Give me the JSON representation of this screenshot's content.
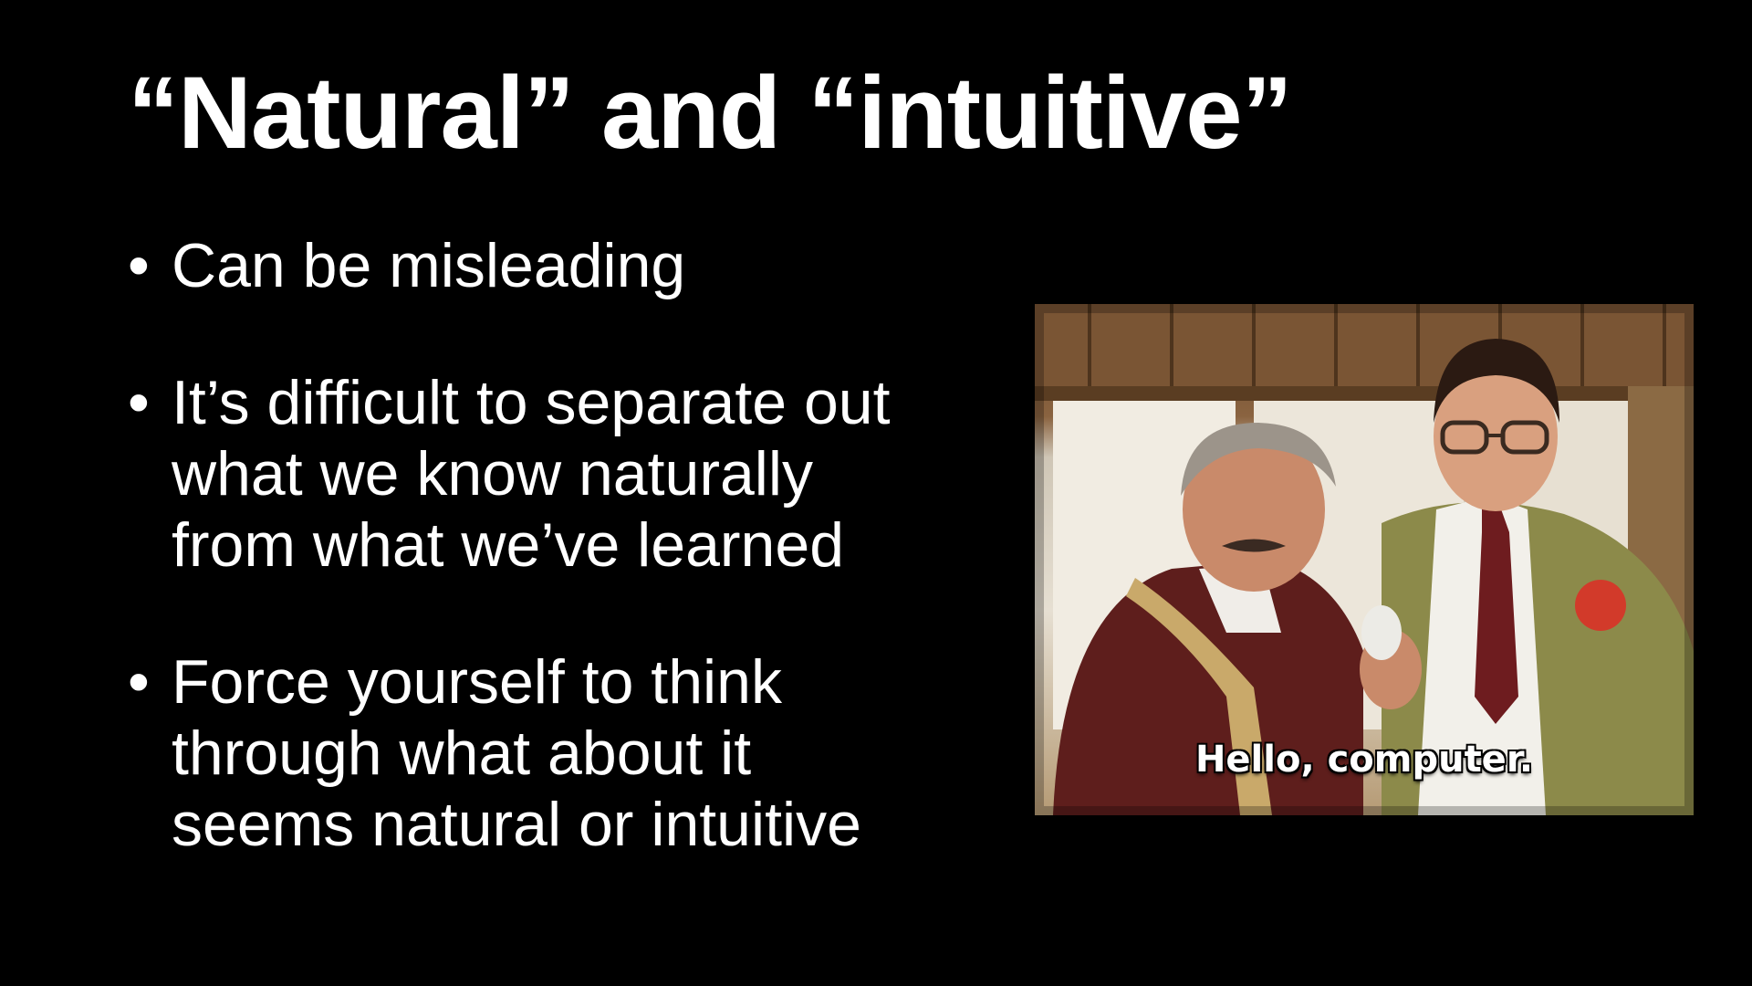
{
  "slide": {
    "title": "“Natural” and “intuitive”",
    "bullet_glyph": "•",
    "bullets": [
      {
        "lines": [
          "Can be misleading"
        ]
      },
      {
        "lines": [
          "It’s difficult to separate out",
          "what we know naturally",
          "from what we’ve learned"
        ]
      },
      {
        "lines": [
          "Force yourself to think",
          "through what about it",
          "seems natural or intuitive"
        ]
      }
    ]
  },
  "photo": {
    "caption": "Hello, computer."
  },
  "colors": {
    "background": "#000000",
    "text": "#ffffff"
  }
}
